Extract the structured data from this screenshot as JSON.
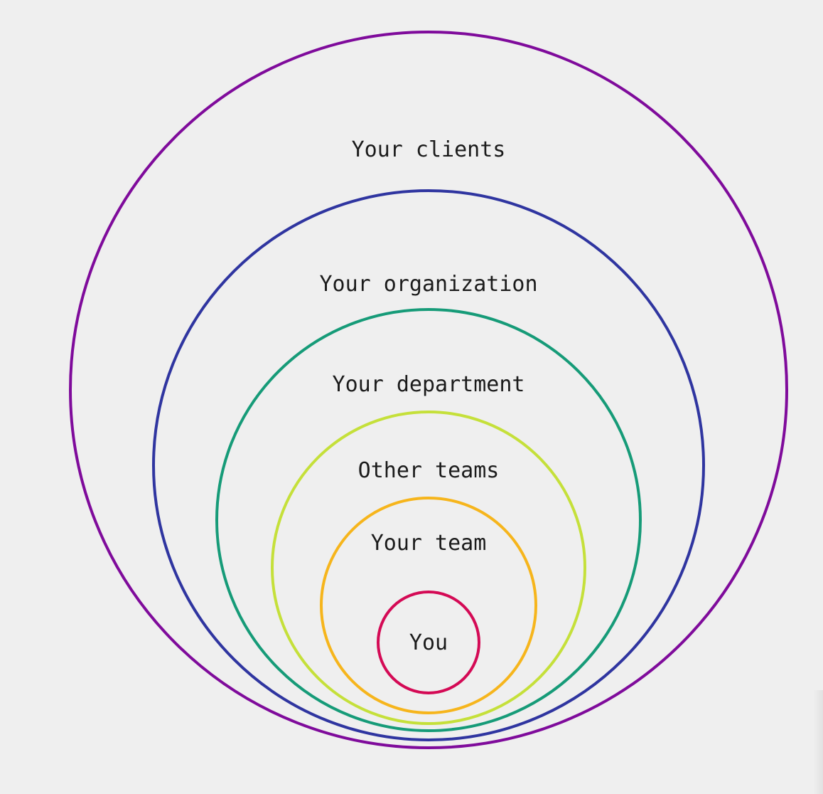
{
  "diagram": {
    "rings": [
      {
        "key": "clients",
        "label": "Your clients",
        "color": "#7f0b9b"
      },
      {
        "key": "organization",
        "label": "Your organization",
        "color": "#2f35a0"
      },
      {
        "key": "department",
        "label": "Your department",
        "color": "#169b78"
      },
      {
        "key": "other_teams",
        "label": "Other teams",
        "color": "#c5e03a"
      },
      {
        "key": "team",
        "label": "Your team",
        "color": "#f6b51c"
      },
      {
        "key": "you",
        "label": "You",
        "color": "#d40a55"
      }
    ]
  }
}
